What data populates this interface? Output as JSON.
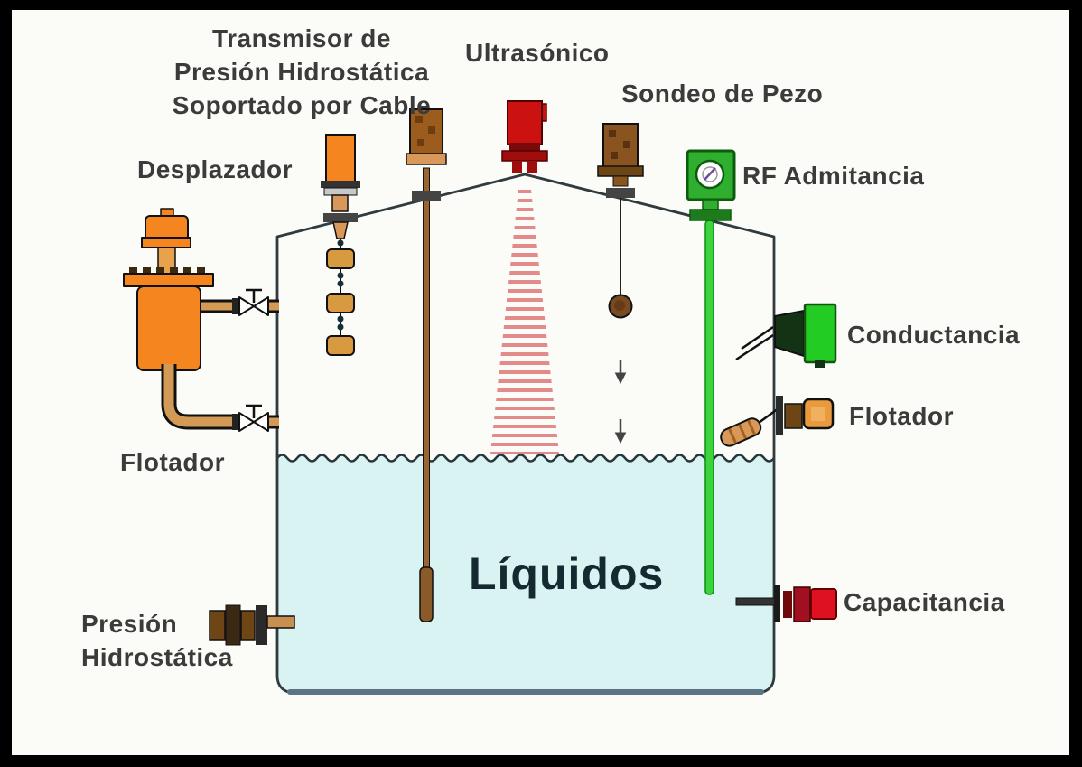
{
  "labels": {
    "cable_transmitter": [
      "Transmisor de",
      "Presión Hidrostática",
      "Soportado por Cable"
    ],
    "ultrasonic": "Ultrasónico",
    "plumb_bob": "Sondeo de Pezo",
    "displacer": "Desplazador",
    "rf_admittance": "RF Admitancia",
    "conductance": "Conductancia",
    "float_right": "Flotador",
    "capacitance": "Capacitancia",
    "float_left": "Flotador",
    "hydrostatic_pressure": [
      "Presión",
      "Hidrostática"
    ],
    "liquid": "Líquidos"
  },
  "colors": {
    "background": "#fbfbf7",
    "frame": "#000000",
    "label_text": "#3b3b3b",
    "tank_outline": "#2f3b3f",
    "tank_bottom": "#5b7584",
    "liquid_fill": "#d9f2f2",
    "device_orange": "#f5861f",
    "pipe_tan": "#d29a55",
    "displacer_float_tan": "#d89a40",
    "probe_brown": "#9c5c1e",
    "ultrasonic_red": "#cc1111",
    "beam_pink": "#e07e7e",
    "plumb_brown": "#8a5420",
    "rf_green": "#2fae2f",
    "rf_rod_green": "#3cd43c",
    "conductance_green": "#22cc22",
    "capacitance_red": "#dd1122"
  }
}
